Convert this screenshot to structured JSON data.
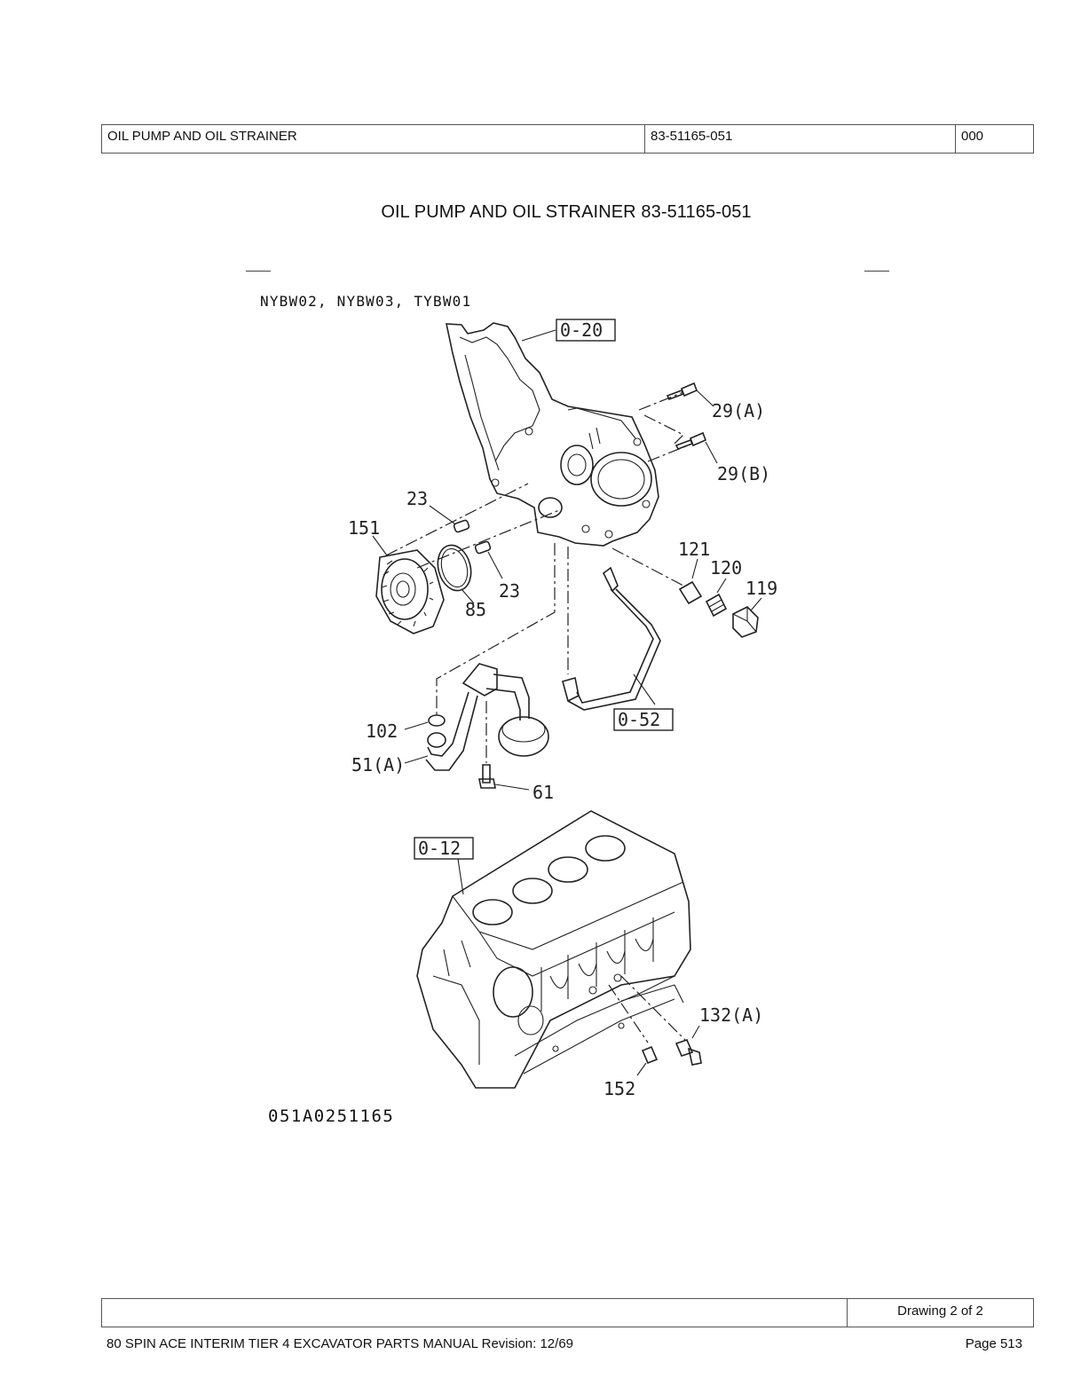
{
  "header": {
    "title": "OIL PUMP AND OIL STRAINER",
    "part_number": "83-51165-051",
    "code": "000"
  },
  "diagram": {
    "title": "OIL PUMP AND OIL STRAINER  83-51165-051",
    "variants": "NYBW02, NYBW03, TYBW01",
    "drawing_code": "051A0251165",
    "callouts": {
      "c020": "0-20",
      "c29a": "29(A)",
      "c29b": "29(B)",
      "c23a": "23",
      "c151": "151",
      "c23b": "23",
      "c85": "85",
      "c121": "121",
      "c120": "120",
      "c119": "119",
      "c052": "0-52",
      "c102": "102",
      "c51a": "51(A)",
      "c61": "61",
      "c012": "0-12",
      "c132a": "132(A)",
      "c152": "152"
    }
  },
  "footer": {
    "drawing_of": "Drawing 2 of 2",
    "manual": "80 SPIN ACE INTERIM TIER 4 EXCAVATOR PARTS MANUAL Revision: 12/69",
    "page": "Page 513"
  }
}
